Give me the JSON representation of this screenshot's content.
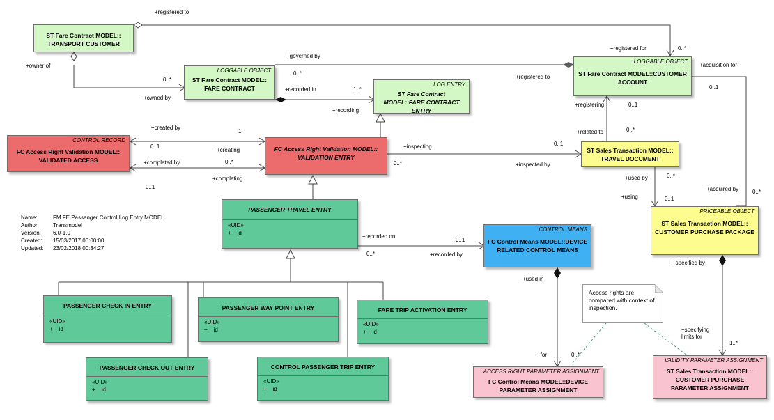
{
  "metadata": {
    "name_label": "Name:",
    "name": "FM FE Passenger Control Log Entry MODEL",
    "author_label": "Author:",
    "author": "Transmodel",
    "version_label": "Version:",
    "version": "6.0-1.0",
    "created_label": "Created:",
    "created": "15/03/2017 00:00:00",
    "updated_label": "Updated:",
    "updated": "23/02/2018 00:34:27"
  },
  "boxes": {
    "transport_customer": {
      "name": "ST Fare Contract MODEL:: TRANSPORT CUSTOMER"
    },
    "fare_contract": {
      "stereotype": "LOGGABLE OBJECT",
      "name": "ST Fare Contract MODEL:: FARE CONTRACT"
    },
    "fare_contract_entry": {
      "stereotype": "LOG ENTRY",
      "name": "ST Fare Contract MODEL::FARE CONTRACT ENTRY"
    },
    "customer_account": {
      "stereotype": "LOGGABLE OBJECT",
      "name": "ST Fare Contract MODEL::CUSTOMER ACCOUNT"
    },
    "validated_access": {
      "stereotype": "CONTROL RECORD",
      "name": "FC Access Right Validation MODEL:: VALIDATED ACCESS"
    },
    "validation_entry": {
      "name": "FC Access Right Validation MODEL:: VALIDATION ENTRY"
    },
    "travel_document": {
      "name": "ST Sales Transaction MODEL:: TRAVEL DOCUMENT"
    },
    "passenger_travel_entry": {
      "name": "PASSENGER TRAVEL ENTRY",
      "uid": "«UID»",
      "attr_mark": "+",
      "attr": "id"
    },
    "customer_purchase_package": {
      "stereotype": "PRICEABLE OBJECT",
      "name": "ST Sales Transaction MODEL:: CUSTOMER PURCHASE PACKAGE"
    },
    "device_related_control_means": {
      "stereotype": "CONTROL MEANS",
      "name": "FC Control Means MODEL::DEVICE RELATED CONTROL MEANS"
    },
    "passenger_check_in_entry": {
      "name": "PASSENGER CHECK IN ENTRY",
      "uid": "«UID»",
      "attr_mark": "+",
      "attr": "id"
    },
    "passenger_way_point_entry": {
      "name": "PASSENGER WAY POINT ENTRY",
      "uid": "«UID»",
      "attr_mark": "+",
      "attr": "id"
    },
    "fare_trip_activation_entry": {
      "name": "FARE TRIP ACTIVATION ENTRY",
      "uid": "«UID»",
      "attr_mark": "+",
      "attr": "id"
    },
    "passenger_check_out_entry": {
      "name": "PASSENGER CHECK OUT ENTRY",
      "uid": "«UID»",
      "attr_mark": "+",
      "attr": "id"
    },
    "control_passenger_trip_entry": {
      "name": "CONTROL PASSENGER TRIP ENTRY",
      "uid": "«UID»",
      "attr_mark": "+",
      "attr": "id"
    },
    "device_parameter_assignment": {
      "stereotype": "ACCESS RIGHT PARAMETER ASSIGNMENT",
      "name": "FC Control Means MODEL::DEVICE PARAMETER ASSIGNMENT"
    },
    "customer_purchase_parameter_assignment": {
      "stereotype": "VALIDITY PARAMETER ASSIGNMENT",
      "name": "ST Sales Transaction MODEL:: CUSTOMER PURCHASE PARAMETER ASSIGNMENT"
    }
  },
  "note": {
    "text": "Access rights are compared with context of inspection."
  },
  "labels": {
    "registered_to_top": "+registered to",
    "mult_0_star_top": "0..*",
    "owner_of": "+owner of",
    "governed_by": "+governed by",
    "mult_0_star_gov": "0..*",
    "registered_for": "+registered for",
    "acquisition_for": "+acquisition for",
    "mult_0_1_acq": "0..1",
    "mult_0_star_owned": "0..*",
    "owned_by": "+owned by",
    "recorded_in": "+recorded in",
    "mult_1_star_rec": "1..*",
    "recording": "+recording",
    "registered_to_mid": "+registered to",
    "registering": "+registering",
    "mult_0_1_reg": "0..1",
    "related_to": "+related to",
    "mult_0_star_rel": "0..*",
    "created_by": "+created by",
    "mult_1_cr": "1",
    "mult_0_1_cr": "0..1",
    "creating": "+creating",
    "completed_by": "+completed by",
    "mult_0_star_comp": "0..*",
    "mult_0_1_comp": "0..1",
    "completing": "+completing",
    "inspecting": "+inspecting",
    "mult_0_1_insp": "0..1",
    "mult_0_star_insp": "0..*",
    "inspected_by": "+inspected by",
    "used_by": "+used by",
    "mult_0_star_used": "0..*",
    "using": "+using",
    "mult_0_1_using": "0..1",
    "acquired_by": "+acquired by",
    "mult_0_star_acq": "0..*",
    "recorded_on": "+recorded on",
    "mult_0_1_ron": "0..1",
    "mult_0_star_ron": "0..*",
    "recorded_by": "+recorded by",
    "used_in": "+used in",
    "specified_by": "+specified by",
    "for": "+for",
    "mult_0_star_for": "0..*",
    "specifying_limits_for": "+specifying limits for",
    "mult_1_star_spec": "1..*"
  },
  "colors": {
    "loggable_green": "#d4f7c6",
    "entry_green": "#5fc99a",
    "control_red": "#ec6c6e",
    "sales_yellow": "#fdfd8f",
    "control_means_blue": "#3fb1f2",
    "parameter_pink": "#f9c4cf"
  }
}
